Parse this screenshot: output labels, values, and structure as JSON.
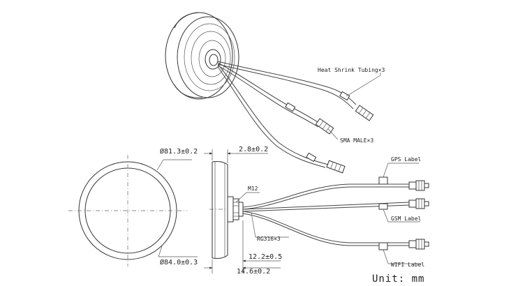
{
  "labels": {
    "heat_shrink": "Heat Shrink Tubing×3",
    "sma_male": "SMA MALE×3",
    "gps_label": "GPS Label",
    "gsm_label": "GSM Label",
    "wifi_label": "WIFI Label",
    "m12": "M12",
    "rg316": "RG316×3",
    "unit": "Unit: mm"
  },
  "dimensions": {
    "dia_inner": "Ø81.3±0.2",
    "dia_outer": "Ø84.0±0.3",
    "thickness_top": "2.8±0.2",
    "height_base": "12.2±0.5",
    "height_total": "14.6±0.2"
  }
}
